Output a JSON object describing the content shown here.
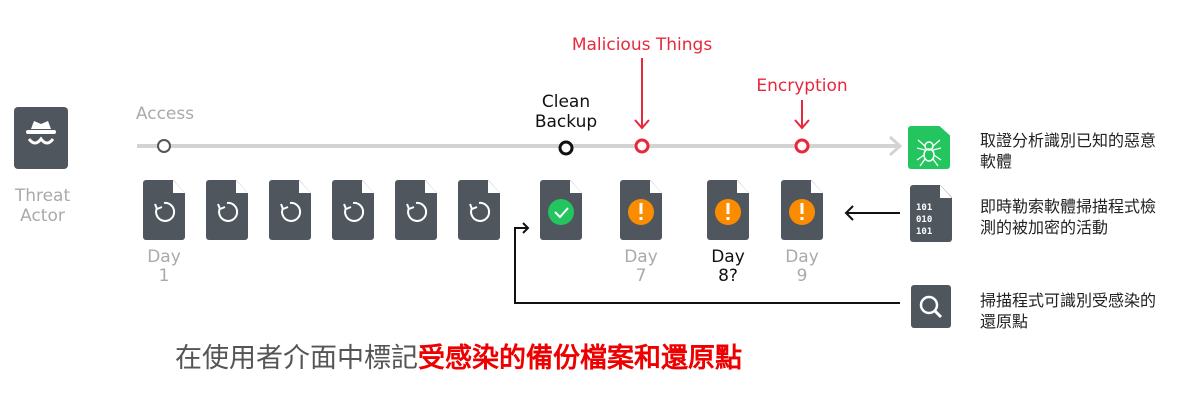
{
  "actor": {
    "label_line1": "Threat",
    "label_line2": "Actor",
    "icon": "spy-icon"
  },
  "timeline": {
    "access": "Access",
    "clean_line1": "Clean",
    "clean_line2": "Backup",
    "malicious": "Malicious Things",
    "encryption": "Encryption"
  },
  "days": [
    {
      "word": "Day",
      "num": "1"
    },
    {
      "word": "Day",
      "num": "7"
    },
    {
      "word": "Day",
      "num": "8?"
    },
    {
      "word": "Day",
      "num": "9"
    }
  ],
  "right": {
    "forensics": "取證分析識別已知的惡意軟體",
    "realtime": "即時勒索軟體掃描程式檢測的被加密的活動",
    "scanner": "掃描程式可識別受感染的還原點",
    "binary": [
      "101",
      "010",
      "101"
    ]
  },
  "caption": {
    "normal": "在使用者介面中標記",
    "highlight": "受感染的備份檔案和還原點"
  },
  "colors": {
    "red": "#e8283c",
    "green": "#22c55e",
    "orange": "#fb8c00",
    "dark": "#4f565e",
    "gray": "#aaaaaa"
  }
}
